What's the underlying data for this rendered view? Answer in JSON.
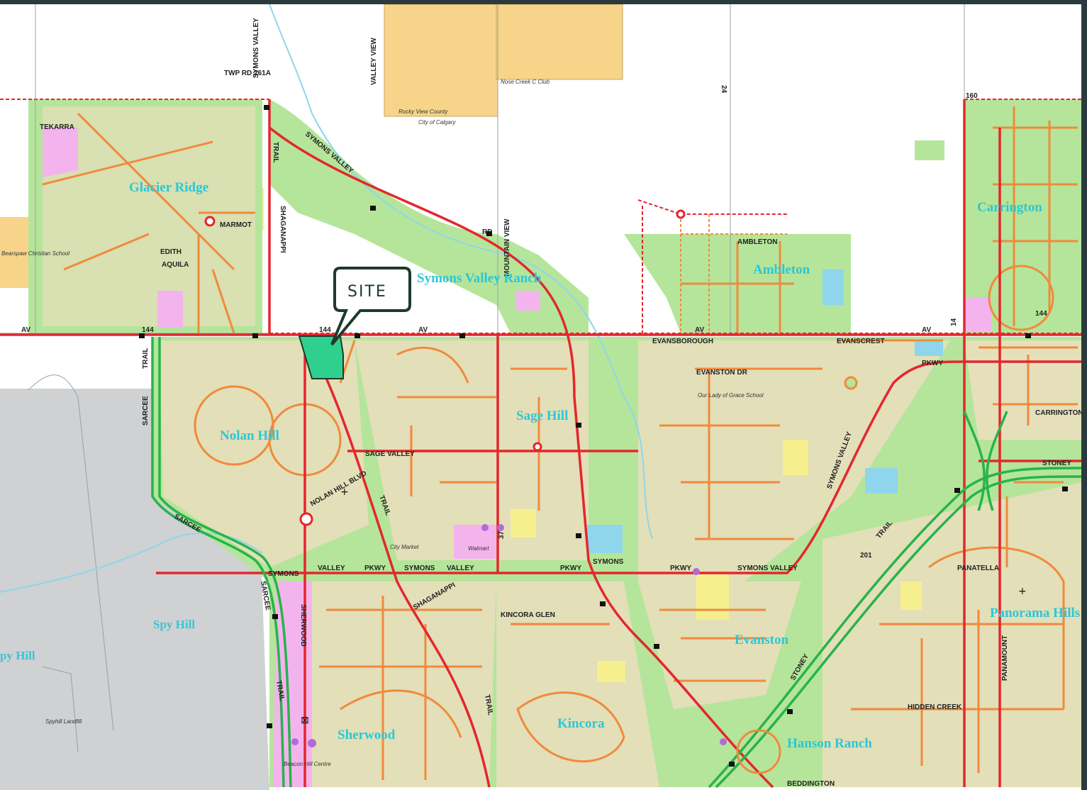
{
  "map": {
    "callout": "SITE",
    "roads": {
      "sarcee_trail": "SARCEE",
      "trail": "TRAIL",
      "symons_valley": "SYMONS VALLEY",
      "symons": "SYMONS",
      "valley": "VALLEY",
      "pkwy": "PKWY",
      "shaganappi": "SHAGANAPPI",
      "av_144": "144",
      "av": "AV",
      "rd": "RD",
      "stoney": "STONEY",
      "evanston_dr": "EVANSTON DR",
      "sage_valley": "SAGE VALLEY",
      "nolan_hill_blvd": "NOLAN HILL BLVD",
      "sherwood": "SHERWOOD",
      "kincora_glen": "KINCORA GLEN",
      "panatella": "PANATELLA",
      "carrington": "CARRINGTON",
      "twp_rd": "TWP RD 261A",
      "beddington": "BEDDINGTON",
      "hidden_creek": "HIDDEN CREEK",
      "panamount": "PANAMOUNT",
      "ambleton": "AMBLETON",
      "evanscrest": "EVANSCREST",
      "evansborough": "EVANSBOROUGH",
      "mountain_view": "MOUNTAIN VIEW",
      "valley_view": "VALLEY VIEW",
      "tekarra": "TEKARRA",
      "marmot": "MARMOT",
      "aquila": "AQUILA",
      "edith": "EDITH",
      "st_160": "160",
      "st_14": "14",
      "st_24": "24",
      "st_37": "37",
      "hwy_201": "201"
    },
    "communities": {
      "glacier_ridge": "Glacier Ridge",
      "nolan_hill": "Nolan Hill",
      "sage_hill": "Sage Hill",
      "symons_valley_ranch": "Symons Valley Ranch",
      "ambleton": "Ambleton",
      "evanston": "Evanston",
      "carrington": "Carrington",
      "spy_hill": "Spy Hill",
      "py_hill": "py Hill",
      "sherwood": "Sherwood",
      "kincora": "Kincora",
      "hanson_ranch": "Hanson Ranch",
      "panorama_hills": "Panorama Hills",
      "nose_creek": "Nose Creek C Club"
    },
    "institutions": {
      "bearspaw": "Bearspaw Christian School",
      "our_lady": "Our Lady of Grace School",
      "beacon_hill": "Beacon Hill Centre",
      "spyhill_landfill": "Spyhill Landfill",
      "walmart": "Walmart",
      "city_market": "City Market",
      "rocky_view": "Rocky View County",
      "city_of_calgary": "City of Calgary"
    },
    "colors": {
      "arterial": "#e3272e",
      "collector": "#f08a3c",
      "highway": "#27b34b",
      "park": "#b5e59a",
      "residential": "#f6ddc4",
      "commercial": "#f3b4ee",
      "county": "#f7d48a",
      "school": "#f6ef8e",
      "water": "#8fd6ec",
      "site": "#2fd08e",
      "vacant": "#ffffff",
      "reserve": "#cfd1d3"
    }
  }
}
